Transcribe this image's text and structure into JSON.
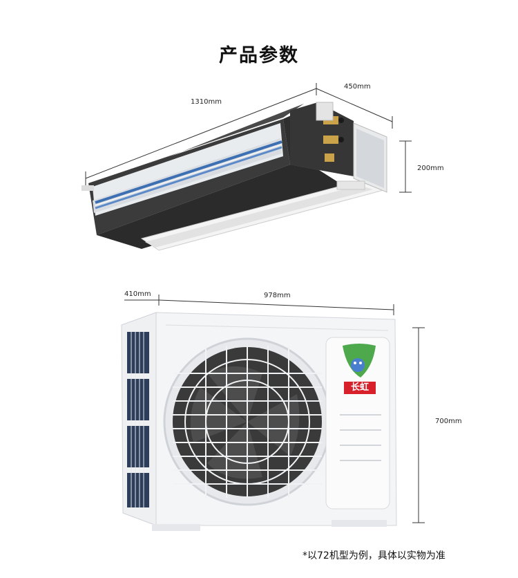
{
  "title": "产品参数",
  "indoor": {
    "length_label": "1310mm",
    "depth_label": "450mm",
    "height_label": "200mm"
  },
  "outdoor": {
    "depth_label": "410mm",
    "width_label": "978mm",
    "height_label": "700mm",
    "brand_logo_text": "长虹"
  },
  "footnote": "*以72机型为例，具体以实物为准",
  "colors": {
    "panel_dark": "#3d3d3d",
    "unit_white": "#f2f3f5",
    "accent_blue": "#3d6fb3",
    "brand_red": "#d8202a",
    "leaf_green": "#4ea84c"
  }
}
